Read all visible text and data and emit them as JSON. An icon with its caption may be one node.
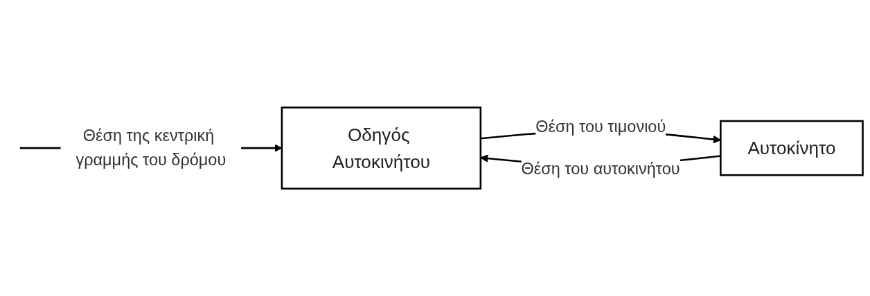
{
  "diagram": {
    "nodes": [
      {
        "text": [
          "Οδηγός Αυτοκινήτου"
        ]
      },
      {
        "text": [
          "Αυτοκίνητο"
        ]
      }
    ],
    "edges": [
      {
        "from": null,
        "to": 0,
        "arrow": "to",
        "label": "Θέση της κεντρική γραμμής του δρόμου"
      },
      {
        "from": 0,
        "to": 1,
        "arrow": "to",
        "label": "Θέση του τιμονιού"
      },
      {
        "from": 1,
        "to": 0,
        "arrow": "to",
        "label": "Θέση του αυτοκινήτου"
      }
    ]
  }
}
